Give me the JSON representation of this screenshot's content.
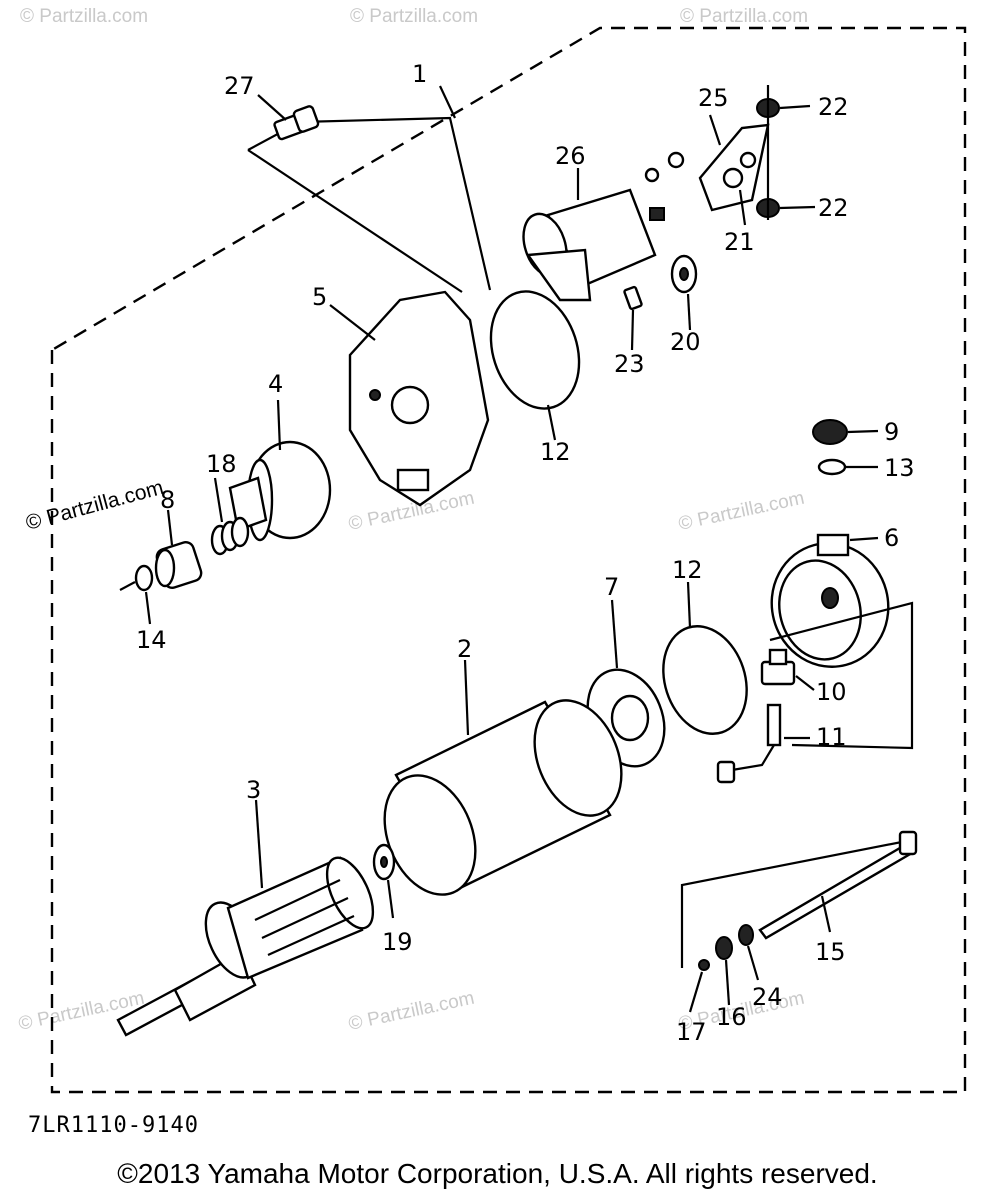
{
  "diagram": {
    "callouts": {
      "n1": "1",
      "n2": "2",
      "n3": "3",
      "n4": "4",
      "n5": "5",
      "n6": "6",
      "n7": "7",
      "n8": "8",
      "n9": "9",
      "n10": "10",
      "n11": "11",
      "n12a": "12",
      "n12b": "12",
      "n13": "13",
      "n14": "14",
      "n15": "15",
      "n16": "16",
      "n17": "17",
      "n18": "18",
      "n19": "19",
      "n20": "20",
      "n21": "21",
      "n22a": "22",
      "n22b": "22",
      "n23": "23",
      "n24": "24",
      "n25": "25",
      "n26": "26",
      "n27": "27"
    },
    "watermark": "© Partzilla.com",
    "reference_code": "7LR1110-9140",
    "copyright": "©2013 Yamaha Motor Corporation, U.S.A. All rights reserved."
  }
}
